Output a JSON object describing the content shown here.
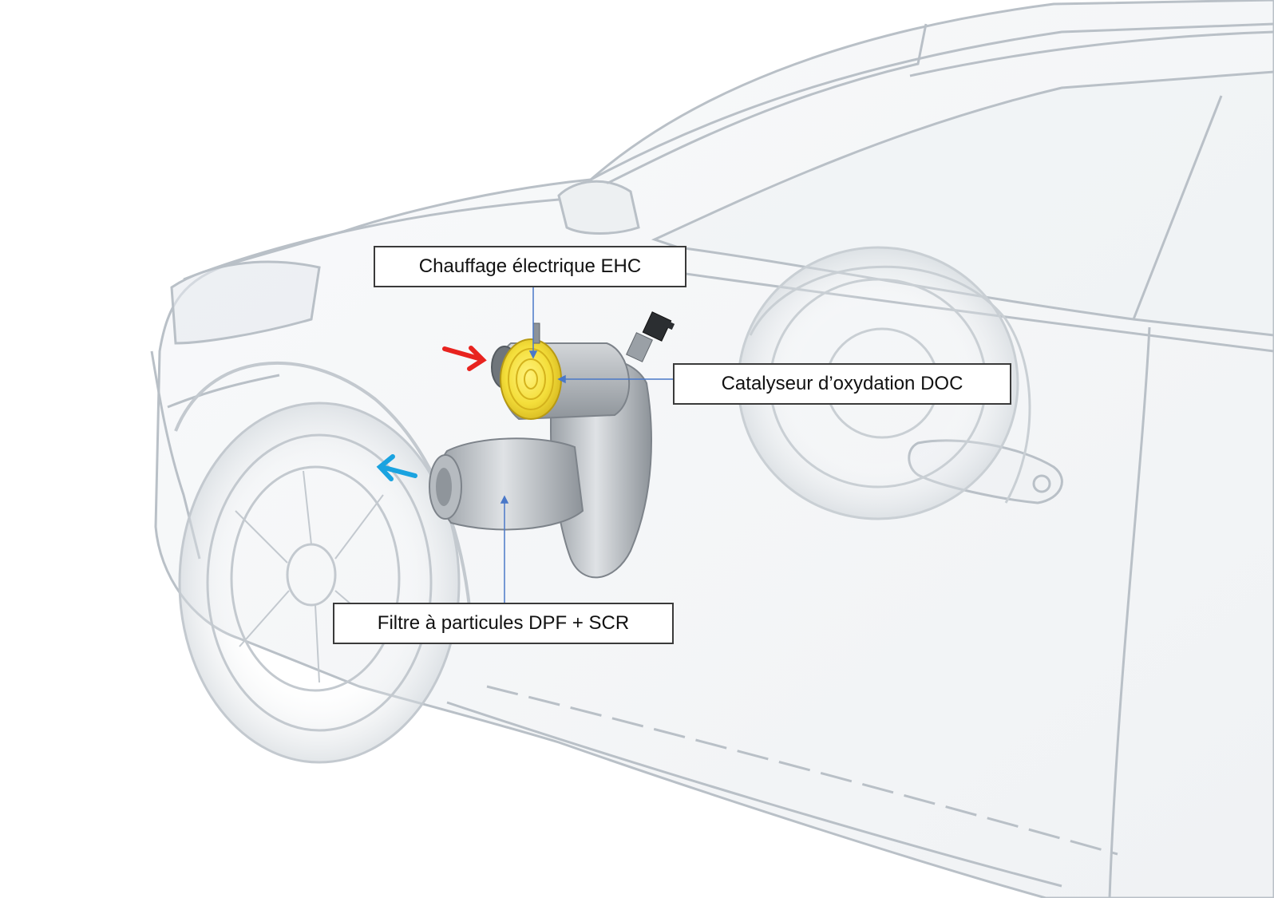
{
  "labels": {
    "ehc": "Chauffage électrique EHC",
    "doc": "Catalyseur d’oxydation DOC",
    "dpf": "Filtre à particules DPF + SCR"
  },
  "flow": {
    "inlet_color": "#e8231f",
    "outlet_color": "#1aa3e0"
  },
  "colors": {
    "leader_line": "#4a78c8",
    "heater_core": "#f4de3a",
    "car_outline": "#b9c0c7"
  }
}
